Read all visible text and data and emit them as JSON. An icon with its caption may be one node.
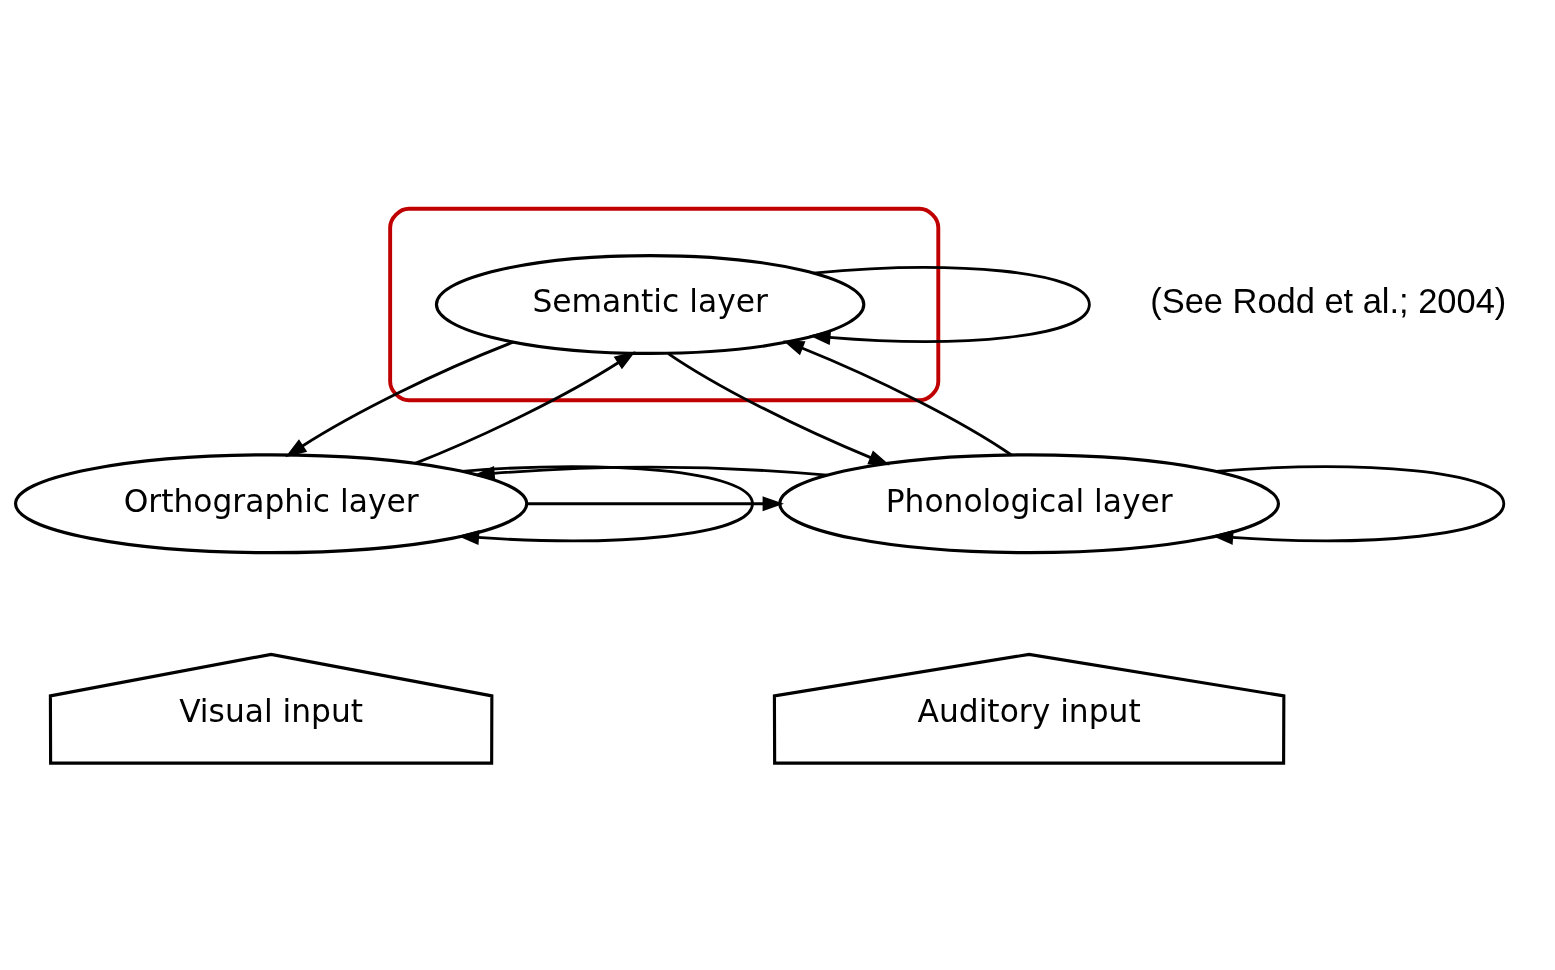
{
  "diagram": {
    "nodes": [
      {
        "text": [],
        "shape": "ellipse"
      },
      {
        "text": [
          "Semantic layer"
        ],
        "in": 0
      },
      {
        "text": [
          "Orthographic layer"
        ]
      },
      {
        "text": [
          "Phonological layer"
        ]
      },
      {
        "text": [
          "Visual input"
        ]
      },
      {
        "text": [
          "Auditory input"
        ]
      }
    ],
    "edges": [
      {
        "from": 1,
        "to": 1,
        "arrow": "to"
      },
      {
        "from": 2,
        "to": 2,
        "arrow": "to"
      },
      {
        "from": 3,
        "to": 3,
        "arrow": "to"
      },
      {
        "from": 2,
        "to": 1,
        "arrow": "to"
      },
      {
        "from": 1,
        "to": 2,
        "arrow": "to"
      },
      {
        "from": 1,
        "to": 3,
        "arrow": "to"
      },
      {
        "from": 3,
        "to": 1,
        "arrow": "to"
      },
      {
        "from": 2,
        "to": 3,
        "arrow": "to"
      },
      {
        "from": 3,
        "to": 2,
        "arrow": "to"
      }
    ],
    "labels": [
      "(See Rodd et al.; 2004)"
    ]
  }
}
